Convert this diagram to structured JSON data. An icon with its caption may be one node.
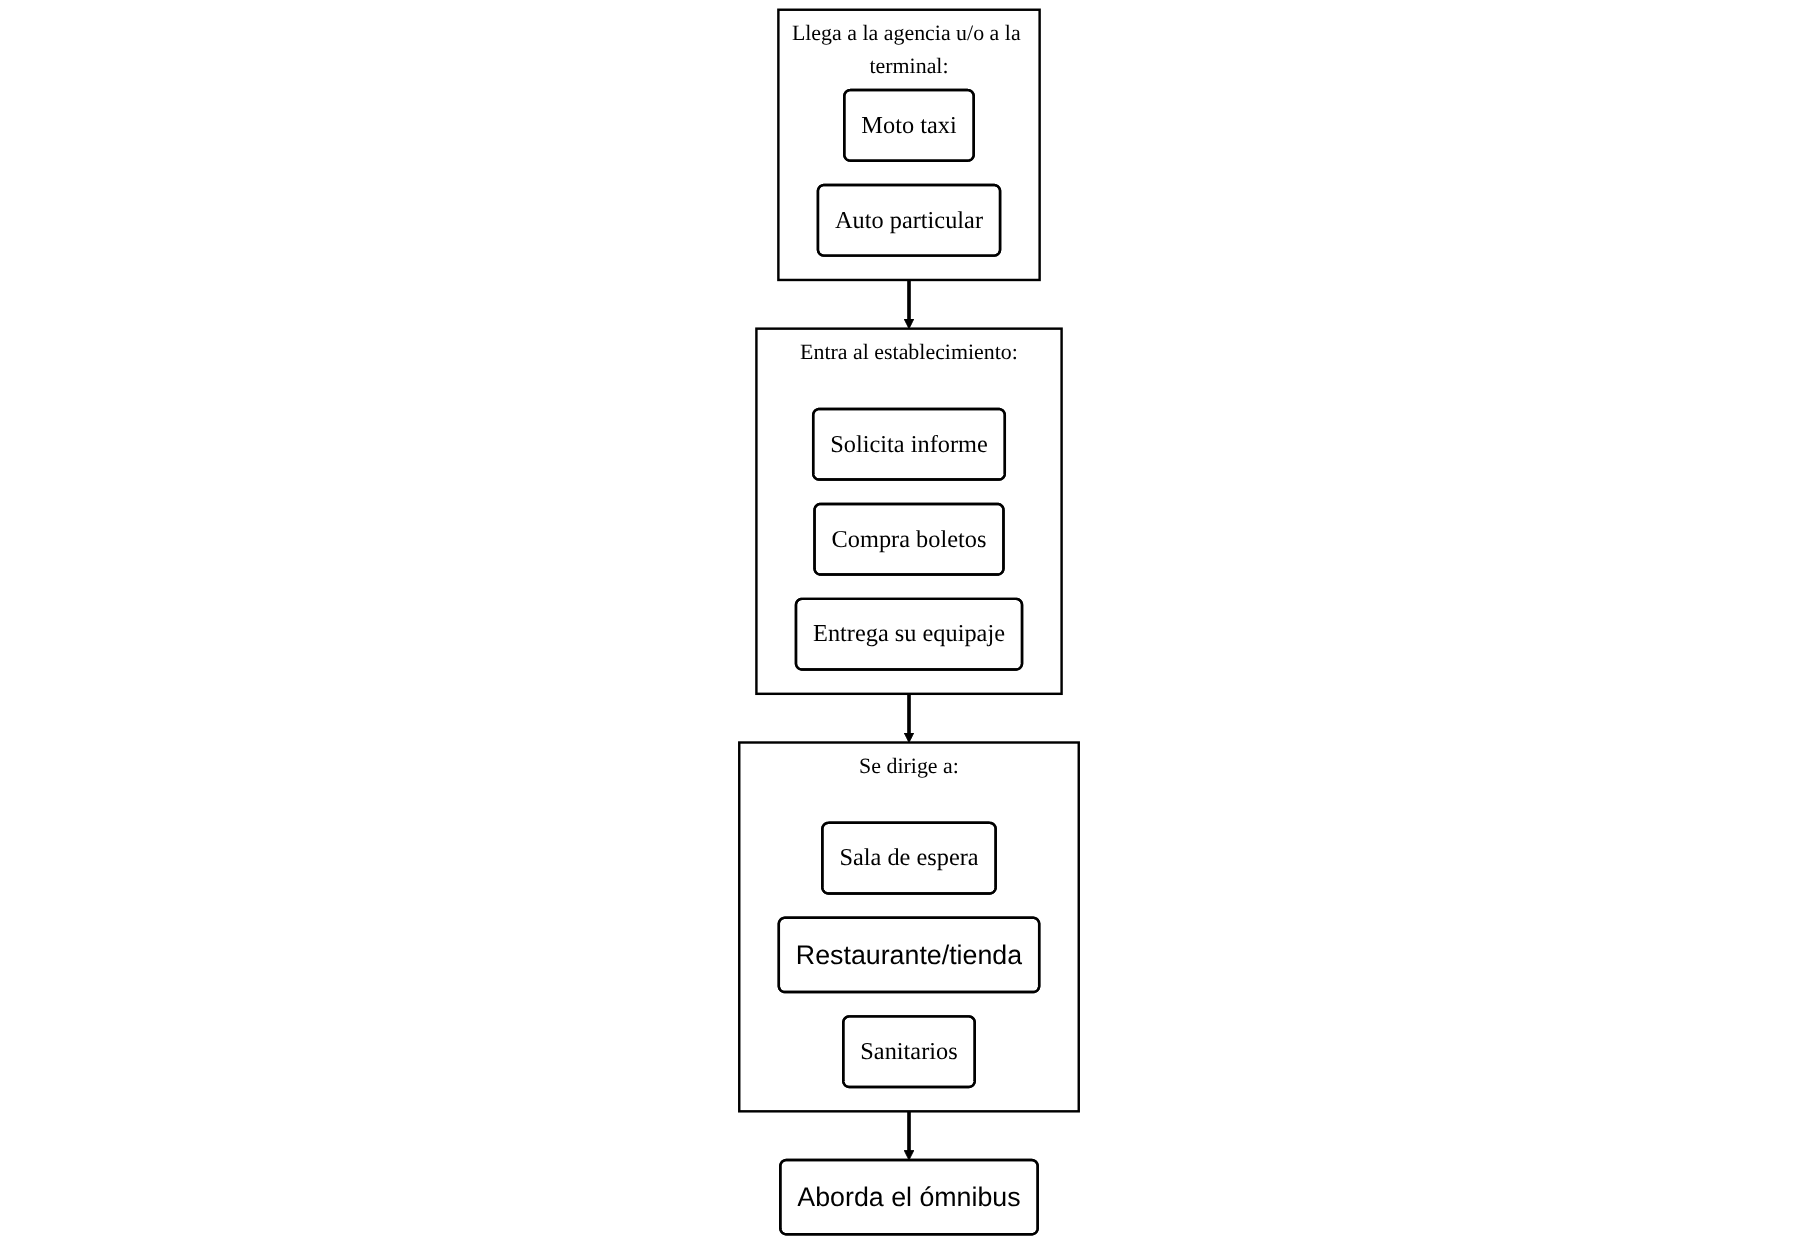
{
  "diagram": {
    "nodes": [
      {
        "text": [
          "Llega a la agencia u/o a la terminal:"
        ]
      },
      {
        "text": [
          "Moto taxi"
        ],
        "in": 0
      },
      {
        "text": [
          "Auto particular"
        ],
        "in": 0
      },
      {
        "text": [
          "Entra al establecimiento:"
        ]
      },
      {
        "text": [
          "Solicita informe"
        ],
        "in": 3
      },
      {
        "text": [
          "Compra boletos"
        ],
        "in": 3
      },
      {
        "text": [
          "Entrega su equipaje"
        ],
        "in": 3
      },
      {
        "text": [
          "Se dirige a:"
        ]
      },
      {
        "text": [
          "Sala de espera"
        ],
        "in": 7
      },
      {
        "text": [
          "Restaurante/tienda"
        ],
        "in": 7
      },
      {
        "text": [
          "Sanitarios"
        ],
        "in": 7
      },
      {
        "text": [
          "Aborda el ómnibus"
        ]
      }
    ],
    "edges": [
      {
        "from": 0,
        "to": 3,
        "arrow": "to"
      },
      {
        "from": 3,
        "to": 7,
        "arrow": "to"
      },
      {
        "from": 7,
        "to": 11,
        "arrow": "to"
      }
    ]
  }
}
